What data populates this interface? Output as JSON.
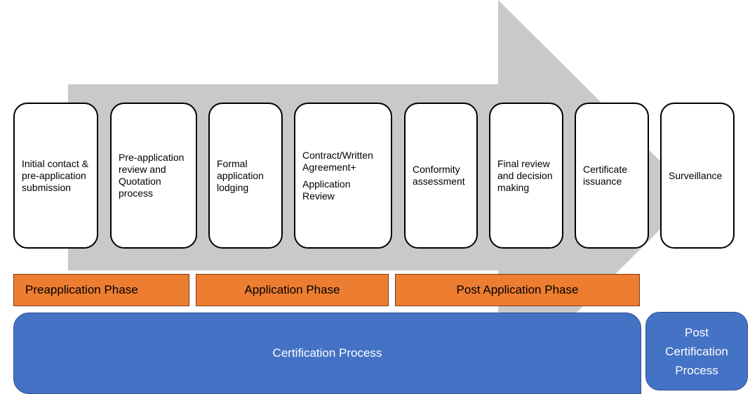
{
  "steps": [
    {
      "lines": [
        "Initial contact & pre-application submission"
      ]
    },
    {
      "lines": [
        "Pre-application review and Quotation process"
      ]
    },
    {
      "lines": [
        "Formal application lodging"
      ]
    },
    {
      "lines": [
        "Contract/Written Agreement+",
        "Application Review"
      ]
    },
    {
      "lines": [
        "Conformity assessment"
      ]
    },
    {
      "lines": [
        "Final review and decision making"
      ]
    },
    {
      "lines": [
        "Certificate issuance"
      ]
    },
    {
      "lines": [
        "Surveillance"
      ]
    }
  ],
  "phases": {
    "pre": "Preapplication Phase",
    "app": "Application Phase",
    "post": "Post Application Phase"
  },
  "processes": {
    "certification": "Certification Process",
    "post_certification": "Post Certification Process"
  },
  "colors": {
    "arrow": "#C9C9C9",
    "phase": "#ED7D31",
    "process": "#4472C4"
  }
}
